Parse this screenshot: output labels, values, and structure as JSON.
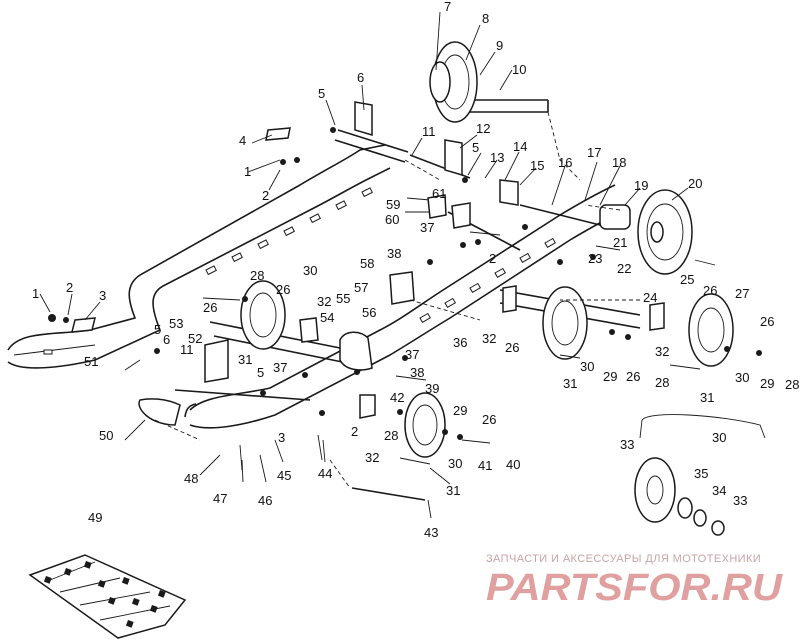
{
  "diagram": {
    "part_numbers": [
      "1",
      "2",
      "3",
      "4",
      "5",
      "6",
      "7",
      "8",
      "9",
      "10",
      "11",
      "12",
      "13",
      "14",
      "15",
      "16",
      "17",
      "18",
      "19",
      "20",
      "21",
      "22",
      "23",
      "24",
      "25",
      "26",
      "27",
      "28",
      "29",
      "30",
      "31",
      "32",
      "33",
      "34",
      "35",
      "36",
      "37",
      "38",
      "39",
      "40",
      "41",
      "42",
      "43",
      "44",
      "45",
      "46",
      "47",
      "48",
      "49",
      "50",
      "51",
      "52",
      "53",
      "54",
      "55",
      "56",
      "57",
      "58",
      "59",
      "60",
      "61"
    ]
  },
  "watermark": {
    "caption": "ЗАПЧАСТИ И АКСЕССУАРЫ ДЛЯ МОТОТЕХНИКИ",
    "logo_text": "PARTSFOR.RU",
    "color": "#e0a0a0"
  }
}
